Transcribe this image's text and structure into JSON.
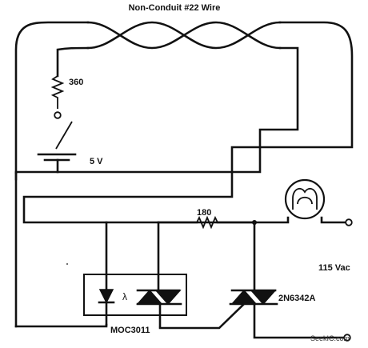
{
  "title": "Non-Conduit #22 Wire",
  "components": {
    "resistor_top": {
      "label": "360"
    },
    "battery": {
      "label": "5 V"
    },
    "resistor_mid": {
      "label": "180"
    },
    "ac_supply": {
      "label": "115 Vac"
    },
    "optocoupler": {
      "label": "MOC3011",
      "lambda": "λ"
    },
    "triac": {
      "label": "2N6342A"
    }
  },
  "watermark": "SeekIC.com"
}
